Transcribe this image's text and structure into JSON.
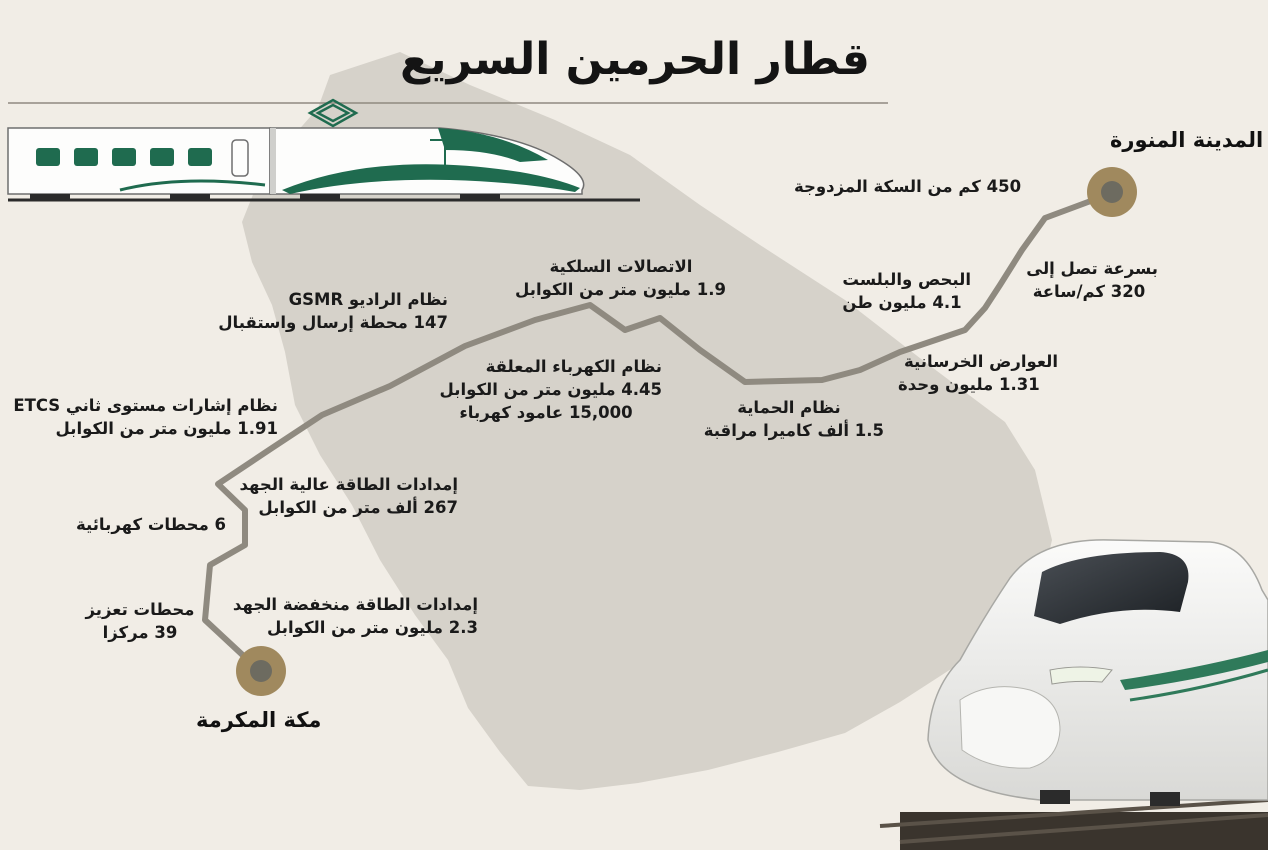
{
  "title": "قطار الحرمين السريع",
  "colors": {
    "background": "#f1ede6",
    "map": "#d6d2ca",
    "route": "#8f8a80",
    "station": "#a0895e",
    "train_green": "#1f6b4f"
  },
  "cities": {
    "madinah": "المدينة المنورة",
    "makkah": "مكة المكرمة"
  },
  "facts": {
    "track": {
      "line1": "450 كم من السكة المزدوجة"
    },
    "speed": {
      "line1": "بسرعة تصل إلى",
      "line2": "320 كم/ساعة"
    },
    "ballast": {
      "line1": "البحص والبلست",
      "line2": "4.1 مليون طن"
    },
    "sleepers": {
      "line1": "العوارض الخرسانية",
      "line2": "1.31 مليون وحدة"
    },
    "telecom": {
      "line1": "الاتصالات السلكية",
      "line2": "1.9 مليون متر من الكوابل"
    },
    "gsmr": {
      "line1": "نظام الراديو GSMR",
      "line2": "147 محطة إرسال واستقبال"
    },
    "catenary": {
      "line1": "نظام الكهرباء المعلقة",
      "line2": "4.45 مليون متر من الكوابل",
      "line3": "15,000 عامود كهرباء"
    },
    "protection": {
      "line1": "نظام الحماية",
      "line2": "1.5 ألف كاميرا مراقبة"
    },
    "etcs": {
      "line1": "نظام إشارات مستوى ثاني ETCS",
      "line2": "1.91 مليون متر من الكوابل"
    },
    "high_voltage": {
      "line1": "إمدادات الطاقة عالية الجهد",
      "line2": "267 ألف متر من الكوابل"
    },
    "power_stations": {
      "line1": "6 محطات كهربائية"
    },
    "low_voltage": {
      "line1": "إمدادات الطاقة منخفضة الجهد",
      "line2": "2.3 مليون متر من الكوابل"
    },
    "boosters": {
      "line1": "محطات تعزيز",
      "line2": "39 مركزا"
    }
  }
}
